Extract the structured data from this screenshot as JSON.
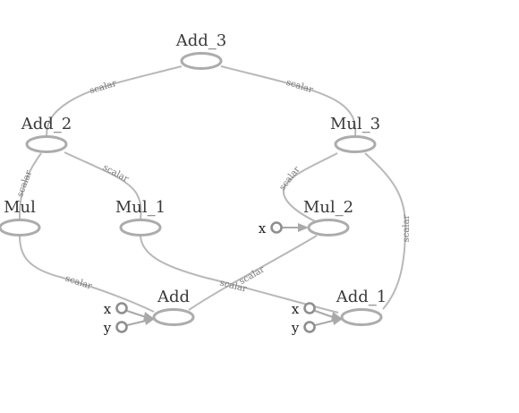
{
  "graph": {
    "nodes": [
      {
        "id": "Add_3",
        "label": "Add_3"
      },
      {
        "id": "Add_2",
        "label": "Add_2"
      },
      {
        "id": "Mul_3",
        "label": "Mul_3"
      },
      {
        "id": "Mul",
        "label": "Mul"
      },
      {
        "id": "Mul_1",
        "label": "Mul_1"
      },
      {
        "id": "Mul_2",
        "label": "Mul_2"
      },
      {
        "id": "Add",
        "label": "Add"
      },
      {
        "id": "Add_1",
        "label": "Add_1"
      }
    ],
    "inputs": [
      {
        "id": "x_mul2",
        "label": "x",
        "target": "Mul_2"
      },
      {
        "id": "x_add",
        "label": "x",
        "target": "Add"
      },
      {
        "id": "y_add",
        "label": "y",
        "target": "Add"
      },
      {
        "id": "x_add1",
        "label": "x",
        "target": "Add_1"
      },
      {
        "id": "y_add1",
        "label": "y",
        "target": "Add_1"
      }
    ],
    "edges": [
      {
        "id": "add3-add2",
        "from": "Add_3",
        "to": "Add_2",
        "label": "scalar"
      },
      {
        "id": "add3-mul3",
        "from": "Add_3",
        "to": "Mul_3",
        "label": "scalar"
      },
      {
        "id": "add2-mul",
        "from": "Add_2",
        "to": "Mul",
        "label": "scalar"
      },
      {
        "id": "add2-mul1",
        "from": "Add_2",
        "to": "Mul_1",
        "label": "scalar"
      },
      {
        "id": "mul3-mul2",
        "from": "Mul_3",
        "to": "Mul_2",
        "label": "scalar"
      },
      {
        "id": "mul3-add1",
        "from": "Mul_3",
        "to": "Add_1",
        "label": "scalar"
      },
      {
        "id": "mul-add",
        "from": "Mul",
        "to": "Add",
        "label": "scalar"
      },
      {
        "id": "mul1-add1",
        "from": "Mul_1",
        "to": "Add_1",
        "label": "scalar"
      },
      {
        "id": "mul2-add",
        "from": "Mul_2",
        "to": "Add",
        "label": "scalar"
      }
    ]
  }
}
